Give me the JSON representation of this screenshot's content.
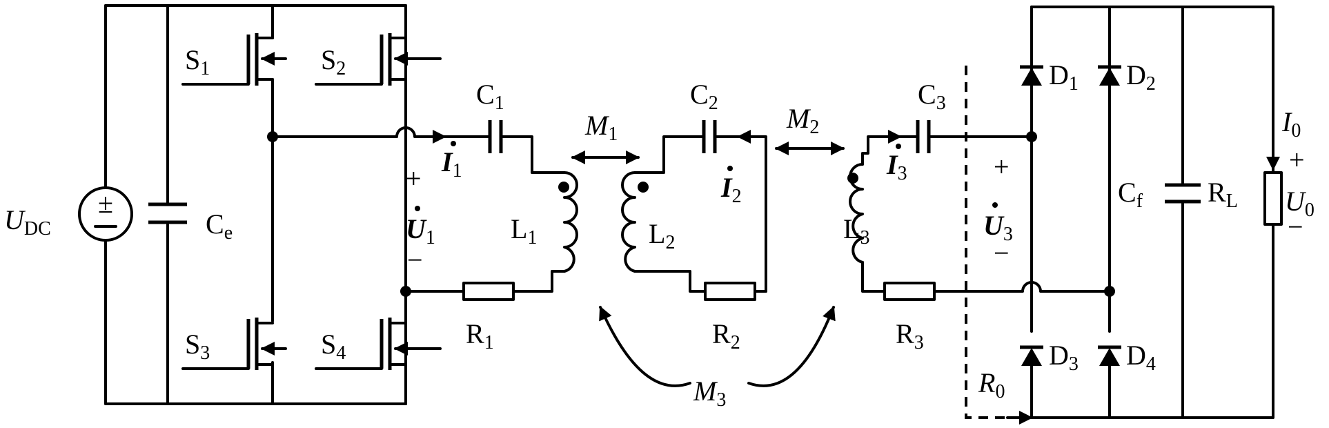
{
  "labels": {
    "udc": {
      "main": "U",
      "sub": "DC"
    },
    "ce": {
      "main": "C",
      "sub": "e"
    },
    "s1": {
      "main": "S",
      "sub": "1"
    },
    "s2": {
      "main": "S",
      "sub": "2"
    },
    "s3": {
      "main": "S",
      "sub": "3"
    },
    "s4": {
      "main": "S",
      "sub": "4"
    },
    "c1": {
      "main": "C",
      "sub": "1"
    },
    "c2": {
      "main": "C",
      "sub": "2"
    },
    "c3": {
      "main": "C",
      "sub": "3"
    },
    "m1": {
      "main": "M",
      "sub": "1"
    },
    "m2": {
      "main": "M",
      "sub": "2"
    },
    "m3": {
      "main": "M",
      "sub": "3"
    },
    "l1": {
      "main": "L",
      "sub": "1"
    },
    "l2": {
      "main": "L",
      "sub": "2"
    },
    "l3": {
      "main": "L",
      "sub": "3"
    },
    "r1": {
      "main": "R",
      "sub": "1"
    },
    "r2": {
      "main": "R",
      "sub": "2"
    },
    "r3": {
      "main": "R",
      "sub": "3"
    },
    "i1": {
      "main": "I",
      "sub": "1"
    },
    "i2": {
      "main": "I",
      "sub": "2"
    },
    "i3": {
      "main": "I",
      "sub": "3"
    },
    "u1": {
      "main": "U",
      "sub": "1"
    },
    "u3": {
      "main": "U",
      "sub": "3"
    },
    "d1": {
      "main": "D",
      "sub": "1"
    },
    "d2": {
      "main": "D",
      "sub": "2"
    },
    "d3": {
      "main": "D",
      "sub": "3"
    },
    "d4": {
      "main": "D",
      "sub": "4"
    },
    "cf": {
      "main": "C",
      "sub": "f"
    },
    "rl": {
      "main": "R",
      "sub": "L"
    },
    "i0": {
      "main": "I",
      "sub": "0"
    },
    "u0": {
      "main": "U",
      "sub": "0"
    },
    "r0": {
      "main": "R",
      "sub": "0"
    }
  },
  "signs": {
    "plus": "+",
    "minus": "−",
    "pm": "±"
  }
}
